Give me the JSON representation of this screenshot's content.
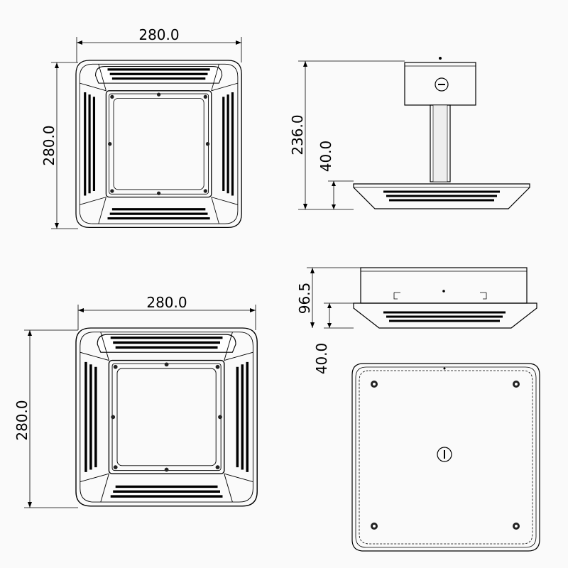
{
  "views": {
    "top_left": {
      "width_label": "280.0",
      "height_label": "280.0"
    },
    "top_right": {
      "height_label": "236.0",
      "sub_label": "40.0"
    },
    "bottom_left": {
      "width_label": "280.0",
      "height_label": "280.0"
    },
    "bottom_right": {
      "height_label": "96.5",
      "sub_label": "40.0"
    }
  }
}
